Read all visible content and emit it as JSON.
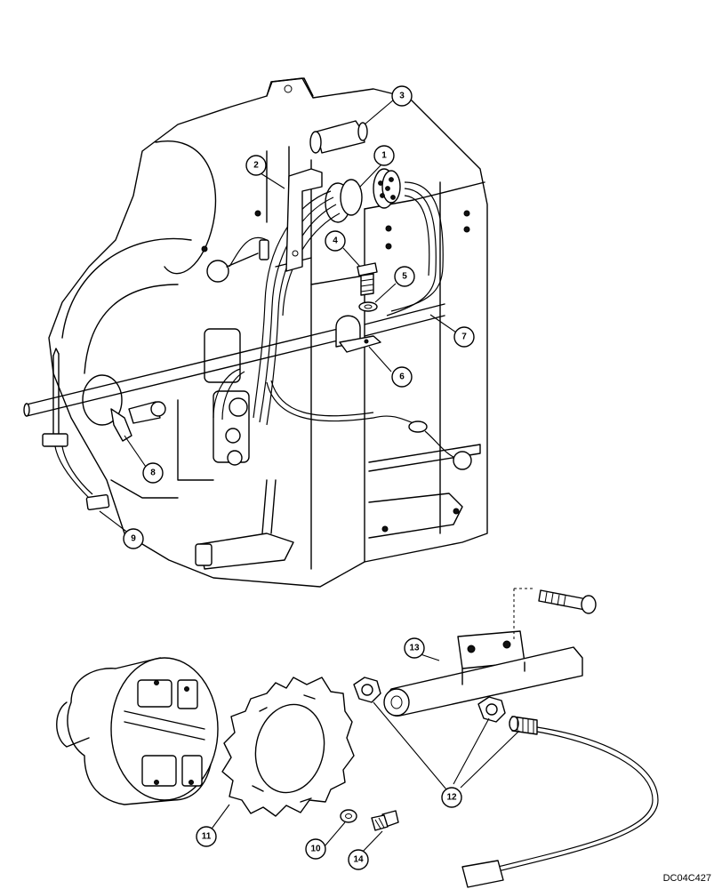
{
  "drawing_code": "DC04C427",
  "callouts": [
    "1",
    "2",
    "3",
    "4",
    "5",
    "6",
    "7",
    "8",
    "9",
    "10",
    "11",
    "12",
    "13",
    "14"
  ],
  "parts": {
    "harness_connector": "connector",
    "bracket": "bracket",
    "fitting": "fitting",
    "bolt": "bolt",
    "washer": "washer",
    "clamp": "clamp",
    "harness": "harness",
    "tie_strap": "tie-strap",
    "sensor_lead": "sensor-lead",
    "lock_washer": "lock-washer",
    "tone_wheel": "tone-wheel",
    "nuts": "nuts",
    "speed_sensor_bracket": "sensor-bracket",
    "cap_screw": "cap-screw"
  }
}
